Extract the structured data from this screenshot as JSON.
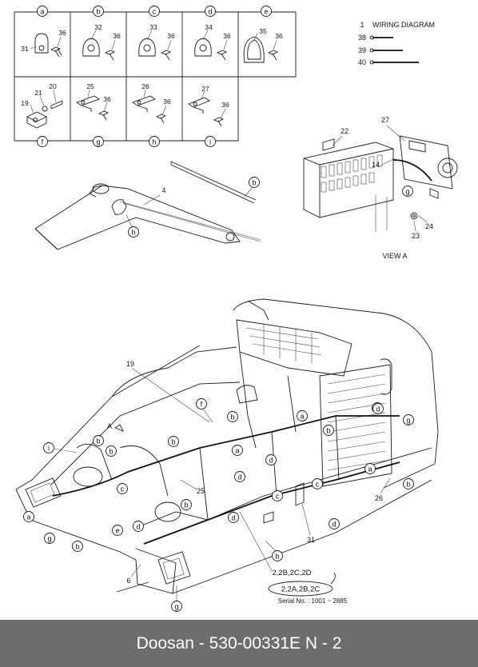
{
  "parts_table": {
    "headers": [
      "a",
      "b",
      "c",
      "d",
      "e"
    ],
    "row1": [
      {
        "clamp": "31",
        "bolt": "36"
      },
      {
        "clamp": "32",
        "bolt": "36"
      },
      {
        "clamp": "33",
        "bolt": "36"
      },
      {
        "clamp": "34",
        "bolt": "36"
      },
      {
        "clamp": "35",
        "bolt": "36"
      }
    ],
    "row2_headers": [
      "f",
      "g",
      "h",
      "i"
    ],
    "row2": [
      {
        "part": "19",
        "nut": "21",
        "bolt": "20"
      },
      {
        "part": "25",
        "bolt": "36"
      },
      {
        "part": "26",
        "bolt": "36"
      },
      {
        "part": "27",
        "bolt": "36"
      }
    ]
  },
  "legend": {
    "items": [
      {
        "num": "1",
        "label": "WIRING DIAGRAM"
      },
      {
        "num": "38",
        "label": ""
      },
      {
        "num": "39",
        "label": ""
      },
      {
        "num": "40",
        "label": ""
      }
    ]
  },
  "boom_view": {
    "harness_label": "4",
    "clamp_callouts": [
      "b",
      "h"
    ]
  },
  "view_a": {
    "title": "VIEW  A",
    "callouts": [
      "22",
      "27",
      "14",
      "g",
      "23",
      "24"
    ]
  },
  "main_view": {
    "callouts": [
      "19",
      "A",
      "f",
      "i",
      "b",
      "a",
      "g",
      "c",
      "d",
      "e",
      "25",
      "31",
      "26",
      "6",
      "b",
      "g"
    ],
    "variant_top": "2,2B,2C,2D",
    "variant_ellipse": "2,2A,2B,2C",
    "serial": "Serial No. : 1001 ~ 2885"
  },
  "footer": {
    "text": "Doosan - 530-00331E      N - 2"
  }
}
